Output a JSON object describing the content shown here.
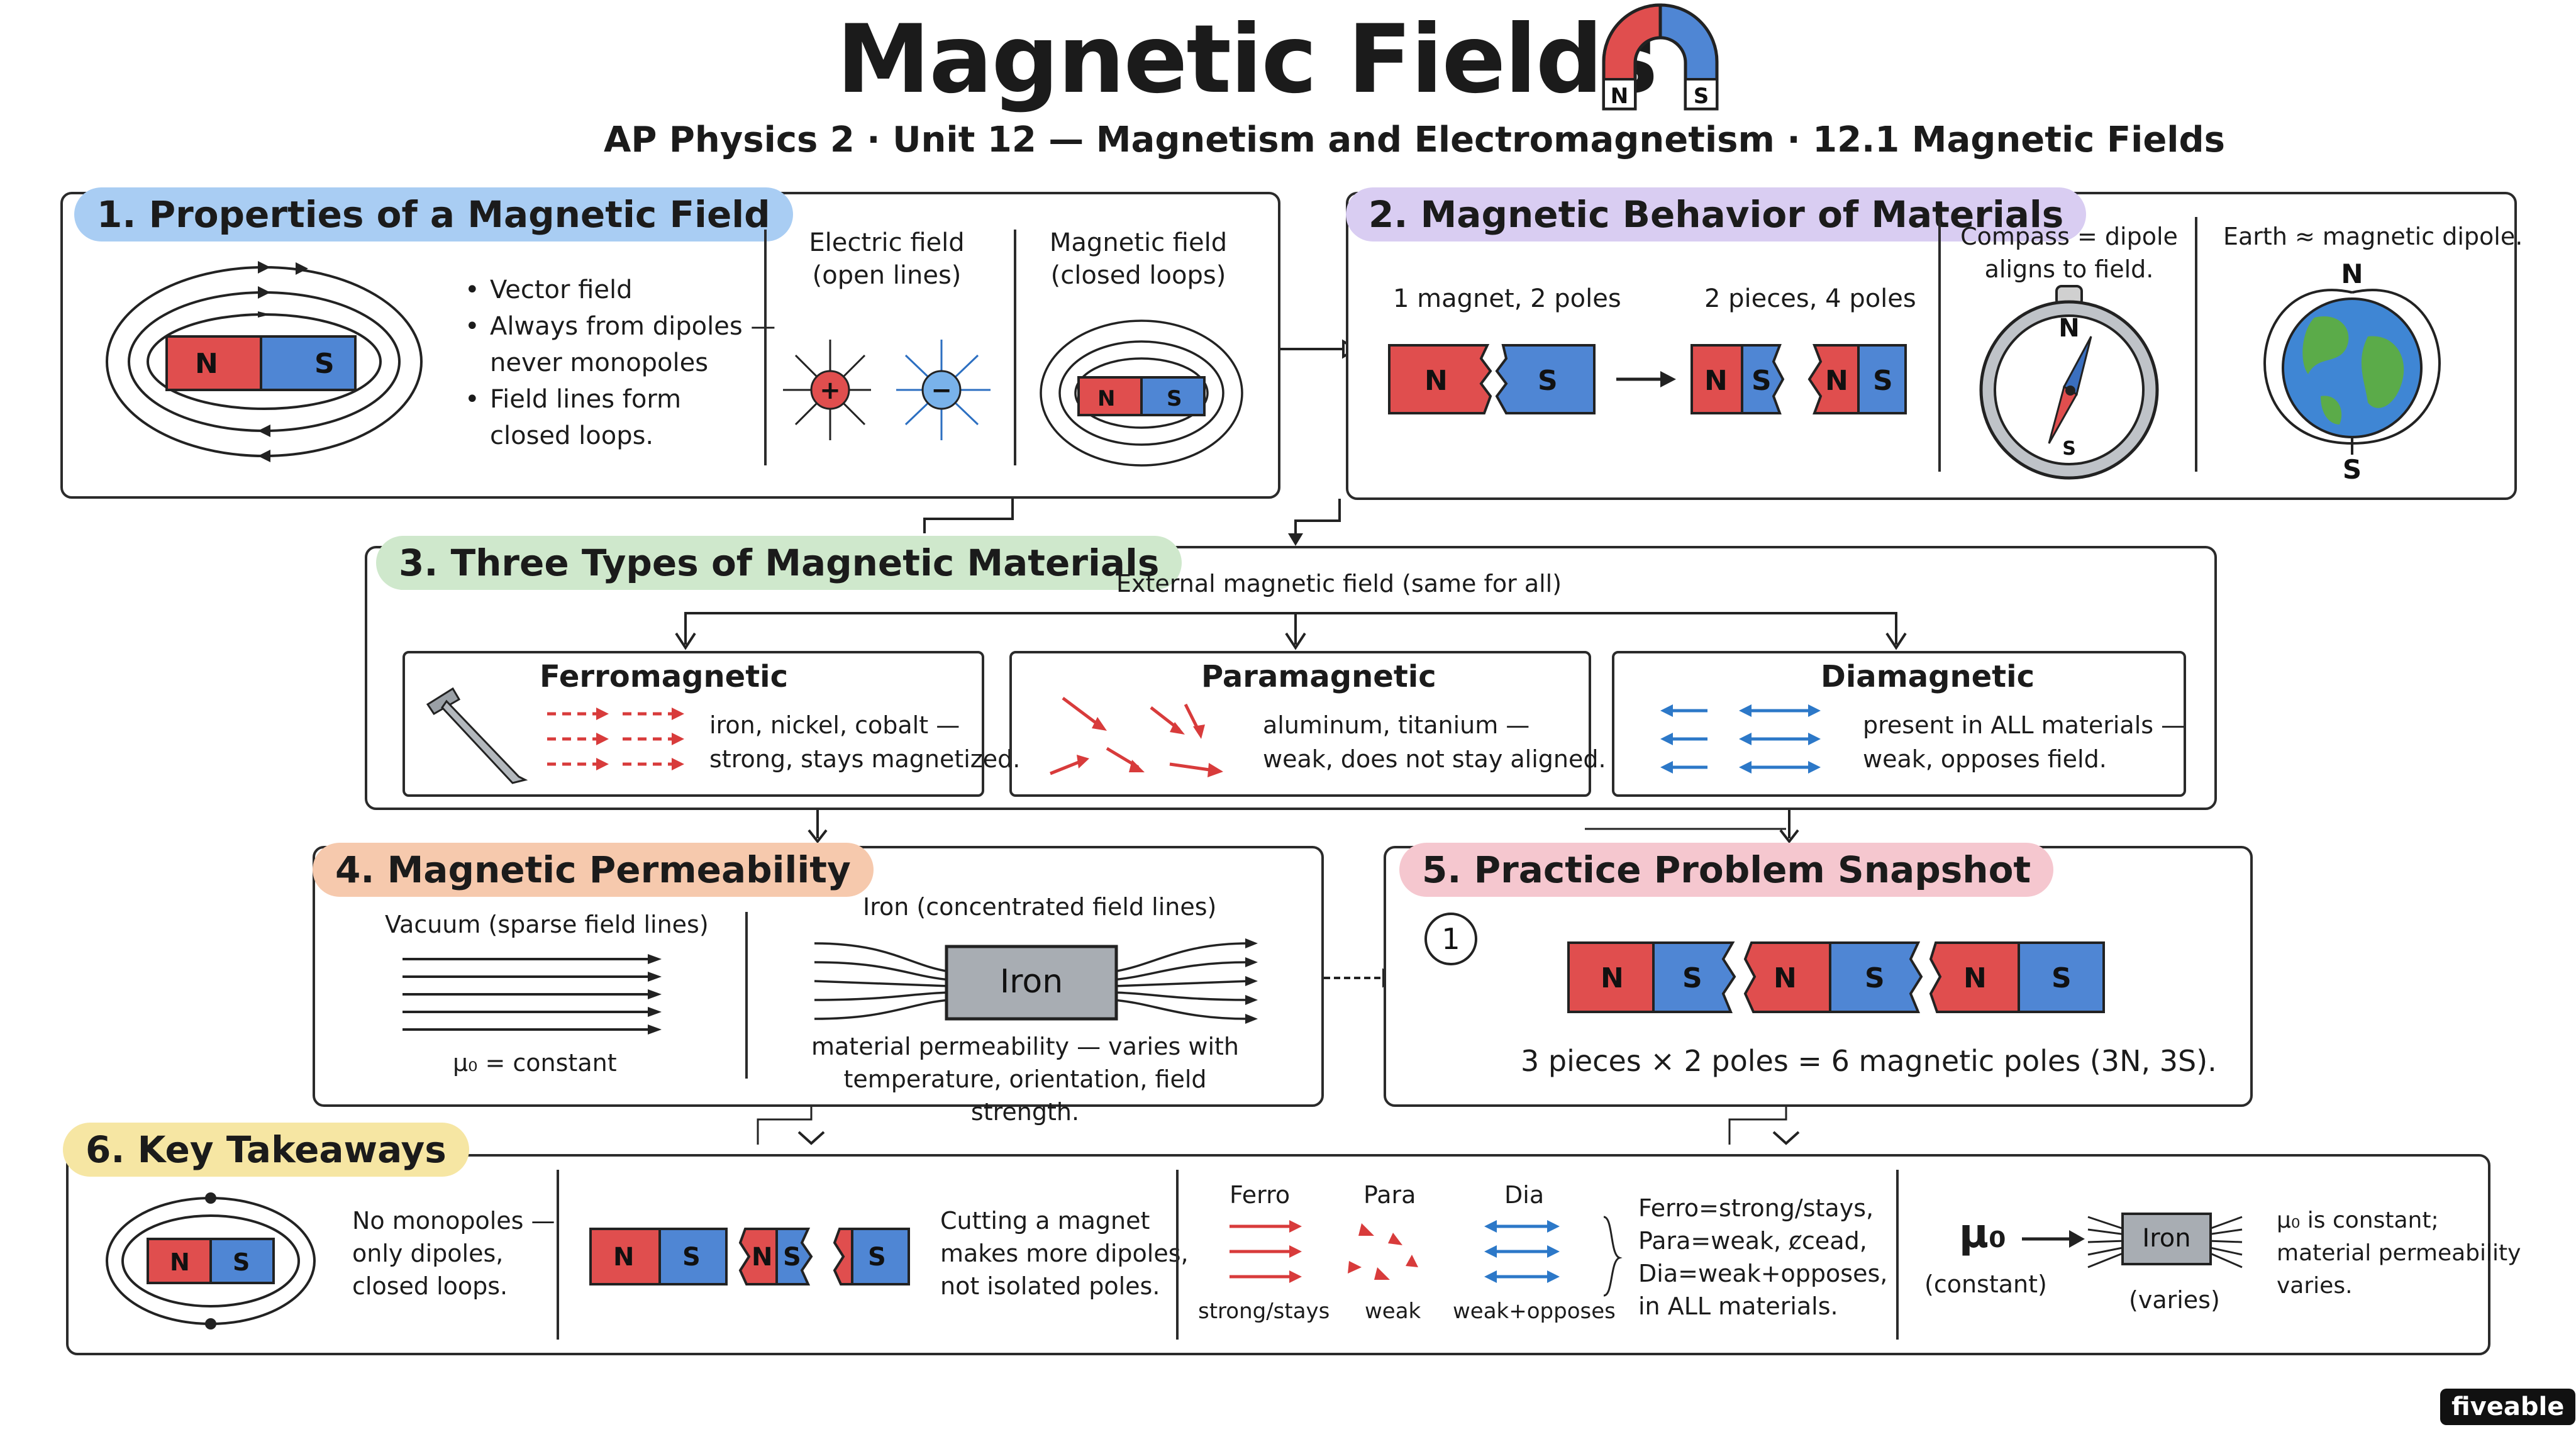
{
  "header": {
    "title": "Magnetic Fields",
    "subtitle": "AP Physics 2 · Unit 12 — Magnetism and Electromagnetism · 12.1 Magnetic Fields",
    "magnet_N": "N",
    "magnet_S": "S",
    "icon": "horseshoe-magnet-icon"
  },
  "colors": {
    "north": "#e04e4e",
    "south": "#4f86d4",
    "pill1": "#a9cdf3",
    "pill2": "#d9cdf2",
    "pill3": "#cfe8cc",
    "pill4": "#f6c9ad",
    "pill5": "#f5c7cf",
    "pill6": "#f6e6a3"
  },
  "section1": {
    "title": "1. Properties of a Magnetic Field",
    "bar_N": "N",
    "bar_S": "S",
    "bullets": [
      "Vector field",
      "Always from dipoles —\nnever monopoles",
      "Field lines form\nclosed loops."
    ],
    "electric_label": "Electric field\n(open lines)",
    "magnetic_label": "Magnetic field\n(closed loops)",
    "plus": "+",
    "minus": "−",
    "mini_N": "N",
    "mini_S": "S"
  },
  "section2": {
    "title": "2. Magnetic Behavior of Materials",
    "one_magnet": "1 magnet, 2 poles",
    "two_pieces": "2 pieces, 4 poles",
    "poles": [
      "N",
      "S",
      "N",
      "S",
      "N",
      "S"
    ],
    "compass_caption": "Compass = dipole\naligns to field.",
    "compass_N": "N",
    "compass_S": "S",
    "earth_caption": "Earth ≈ magnetic dipole.",
    "earth_N": "N",
    "earth_S": "S"
  },
  "section3": {
    "title": "3. Three Types of Magnetic Materials",
    "external": "External magnetic field (same for all)",
    "types": [
      {
        "name": "Ferromagnetic",
        "desc": "iron, nickel, cobalt —\nstrong, stays magnetized."
      },
      {
        "name": "Paramagnetic",
        "desc": "aluminum, titanium —\nweak, does not stay aligned."
      },
      {
        "name": "Diamagnetic",
        "desc": "present in ALL materials —\nweak, opposes field."
      }
    ]
  },
  "section4": {
    "title": "4. Magnetic Permeability",
    "vacuum_label": "Vacuum (sparse field lines)",
    "mu_label": "μ₀ = constant",
    "iron_label": "Iron (concentrated field lines)",
    "iron_block": "Iron",
    "iron_caption": "material permeability — varies with\ntemperature, orientation, field strength."
  },
  "section5": {
    "title": "5. Practice Problem Snapshot",
    "number": "1",
    "poles": [
      "N",
      "S",
      "N",
      "S",
      "N",
      "S"
    ],
    "answer": "3 pieces × 2 poles = 6 magnetic poles (3N, 3S)."
  },
  "section6": {
    "title": "6. Key Takeaways",
    "t1": "No monopoles —\nonly dipoles,\nclosed loops.",
    "poles_small": [
      "N",
      "S"
    ],
    "cut_poles": [
      "N",
      "S",
      "N",
      "S",
      "S"
    ],
    "t2": "Cutting a magnet\nmakes more dipoles,\nnot isolated poles.",
    "col_heads": [
      "Ferro",
      "Para",
      "Dia"
    ],
    "col_foot": [
      "strong/stays",
      "weak",
      "weak+opposes"
    ],
    "t3": "Ferro=strong/stays,\nPara=weak, ȼcead,\nDia=weak+opposes,\nin ALL materials.",
    "mu_symbol": "μ₀",
    "mu_const": "(constant)",
    "iron_block": "Iron",
    "iron_varies": "(varies)",
    "t4": "μ₀ is constant;\nmaterial permeability\nvaries."
  },
  "footer": {
    "logo": "fiveable"
  }
}
